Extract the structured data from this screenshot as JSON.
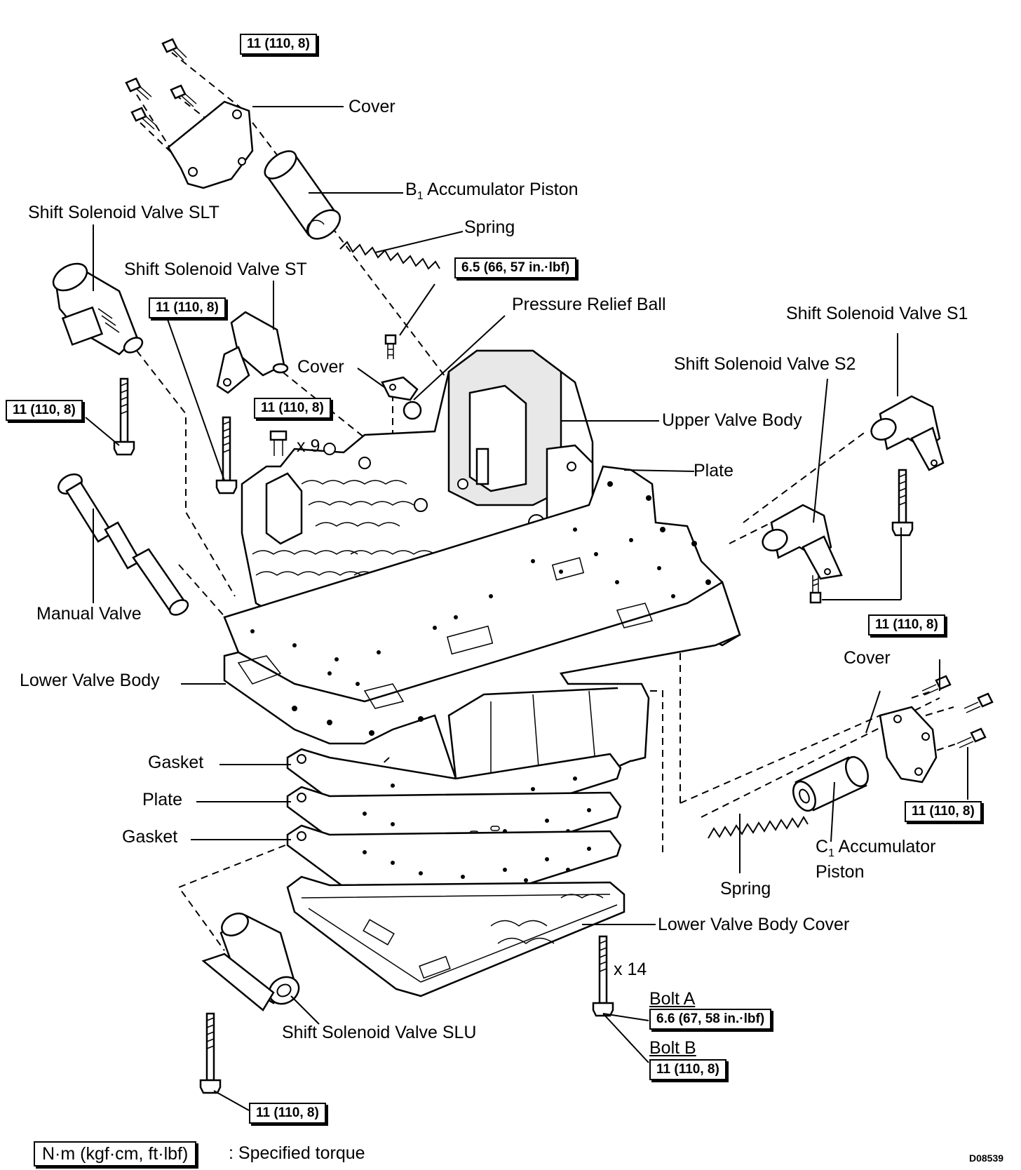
{
  "labels": {
    "cover_top": "Cover",
    "b1_piston": "B",
    "b1_sub": "1",
    "b1_rest": " Accumulator Piston",
    "spring_top": "Spring",
    "sol_slt": "Shift Solenoid Valve SLT",
    "sol_st": "Shift Solenoid Valve ST",
    "pressure_relief_ball": "Pressure Relief Ball",
    "sol_s1": "Shift Solenoid Valve S1",
    "sol_s2": "Shift Solenoid Valve S2",
    "cover_mid": "Cover",
    "upper_valve_body": "Upper Valve Body",
    "plate_right": "Plate",
    "x9": "x 9",
    "manual_valve": "Manual Valve",
    "lower_valve_body": "Lower Valve Body",
    "cover_right": "Cover",
    "gasket_1": "Gasket",
    "plate_left": "Plate",
    "gasket_2": "Gasket",
    "c1_piston": "C",
    "c1_sub": "1",
    "c1_rest": " Accumulator",
    "c1_piston_2": "Piston",
    "spring_bottom": "Spring",
    "lower_valve_body_cover": "Lower Valve Body Cover",
    "x14": "x 14",
    "bolt_a": "Bolt A",
    "bolt_b": "Bolt B",
    "sol_slu": "Shift Solenoid Valve SLU"
  },
  "torques": {
    "t_top": "11 (110, 8)",
    "t_relief": "6.5 (66, 57 in.·lbf)",
    "t_st": "11 (110, 8)",
    "t_slt": "11 (110, 8)",
    "t_x9": "11 (110, 8)",
    "t_s1": "11 (110, 8)",
    "t_c1cover": "11 (110, 8)",
    "t_bolt_a": "6.6 (67, 58 in.·lbf)",
    "t_bolt_b": "11 (110, 8)",
    "t_slu": "11 (110, 8)"
  },
  "legend": {
    "unit_box": "N·m (kgf·cm, ft·lbf)",
    "meaning": ": Specified torque"
  },
  "figure_code": "D08539"
}
